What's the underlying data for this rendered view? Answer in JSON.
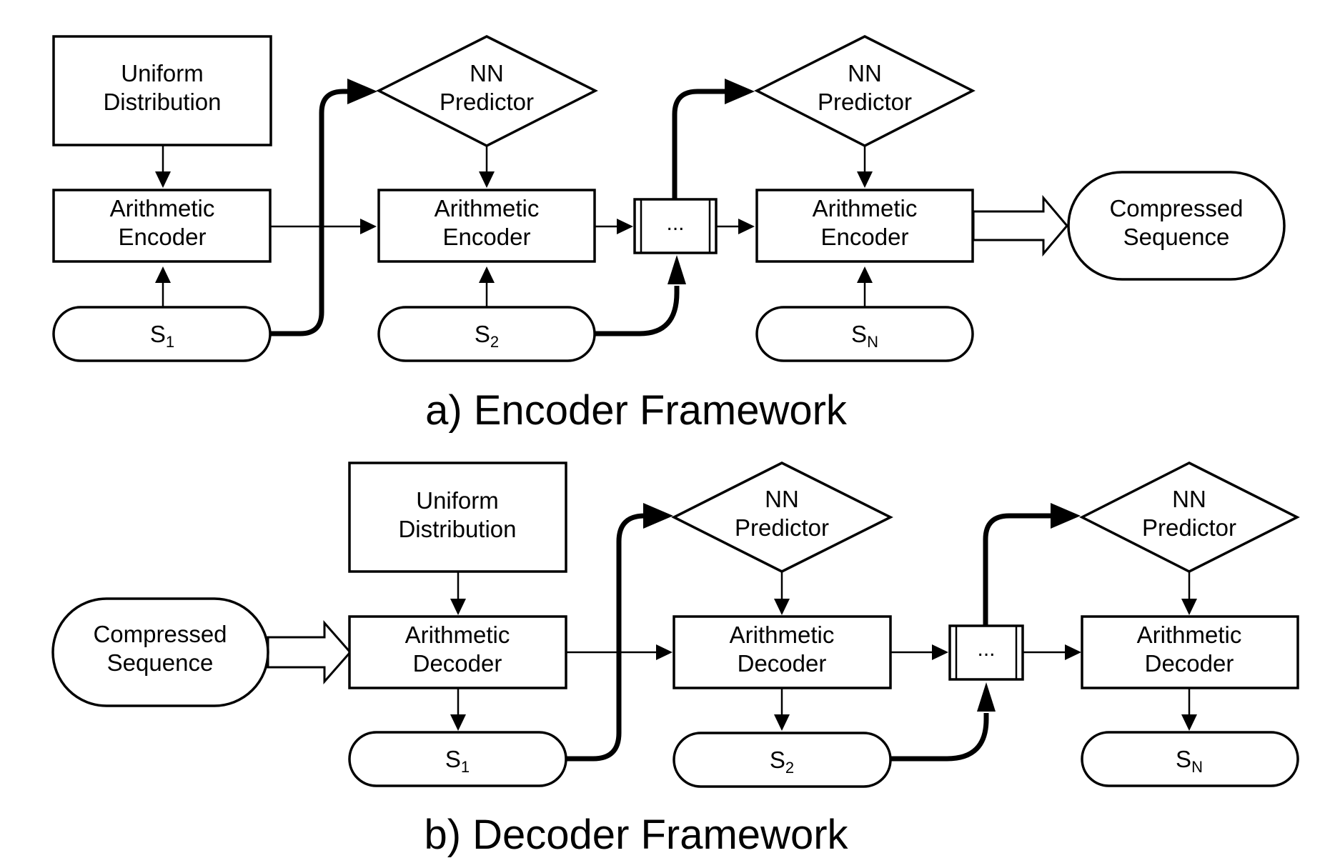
{
  "encoder": {
    "uniform": [
      "Uniform",
      "Distribution"
    ],
    "predictor_1": [
      "NN",
      "Predictor"
    ],
    "predictor_2": [
      "NN",
      "Predictor"
    ],
    "coder_1": [
      "Arithmetic",
      "Encoder"
    ],
    "coder_2": [
      "Arithmetic",
      "Encoder"
    ],
    "coder_n": [
      "Arithmetic",
      "Encoder"
    ],
    "ellipsis": "...",
    "output": [
      "Compressed",
      "Sequence"
    ],
    "symbol_1": {
      "base": "S",
      "sub": "1"
    },
    "symbol_2": {
      "base": "S",
      "sub": "2"
    },
    "symbol_n": {
      "base": "S",
      "sub": "N"
    },
    "caption": "a) Encoder Framework"
  },
  "decoder": {
    "input": [
      "Compressed",
      "Sequence"
    ],
    "uniform": [
      "Uniform",
      "Distribution"
    ],
    "predictor_1": [
      "NN",
      "Predictor"
    ],
    "predictor_2": [
      "NN",
      "Predictor"
    ],
    "coder_1": [
      "Arithmetic",
      "Decoder"
    ],
    "coder_2": [
      "Arithmetic",
      "Decoder"
    ],
    "coder_n": [
      "Arithmetic",
      "Decoder"
    ],
    "ellipsis": "...",
    "symbol_1": {
      "base": "S",
      "sub": "1"
    },
    "symbol_2": {
      "base": "S",
      "sub": "2"
    },
    "symbol_n": {
      "base": "S",
      "sub": "N"
    },
    "caption": "b) Decoder Framework"
  }
}
